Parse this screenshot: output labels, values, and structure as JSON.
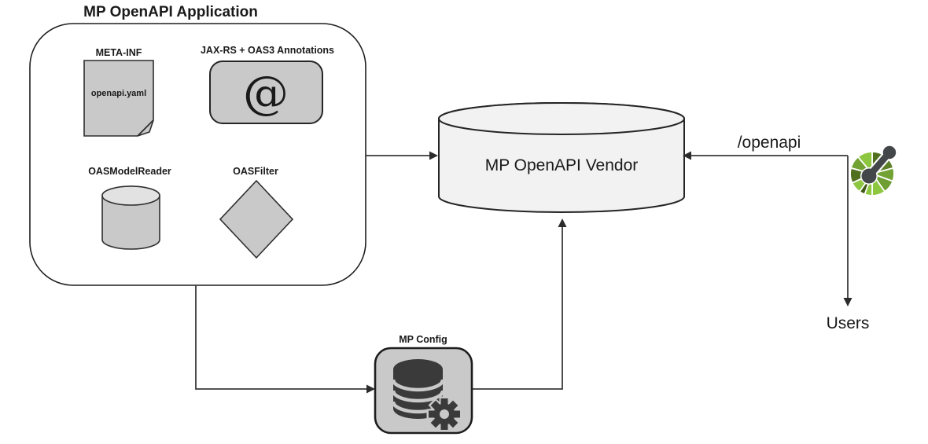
{
  "diagram": {
    "title": "MP OpenAPI Application",
    "application": {
      "meta_inf": {
        "label": "META-INF",
        "file_name": "openapi.yaml"
      },
      "annotations": {
        "label": "JAX-RS + OAS3 Annotations",
        "symbol": "@"
      },
      "model_reader": {
        "label": "OASModelReader"
      },
      "filter": {
        "label": "OASFilter"
      }
    },
    "vendor": {
      "label": "MP OpenAPI Vendor"
    },
    "config": {
      "label": "MP Config"
    },
    "endpoint": {
      "label": "/openapi"
    },
    "users": {
      "label": "Users"
    },
    "icons": {
      "openapi_logo": "openapi-initiative-logo",
      "config_icon": "database-gear-icon",
      "annotation_icon": "at-symbol-icon",
      "meta_inf_icon": "document-folded-corner-icon",
      "model_reader_icon": "cylinder-icon",
      "filter_icon": "diamond-icon",
      "vendor_icon": "database-cylinder-icon"
    },
    "colors": {
      "node_fill": "#c9c9c9",
      "vendor_fill": "#f2f2f2",
      "background": "#ffffff",
      "line": "#3a3a3a",
      "logo_green_light": "#8dc63f",
      "logo_green_mid": "#71a233",
      "logo_green_dark": "#50701f",
      "logo_arm_gray": "#44474a"
    }
  }
}
